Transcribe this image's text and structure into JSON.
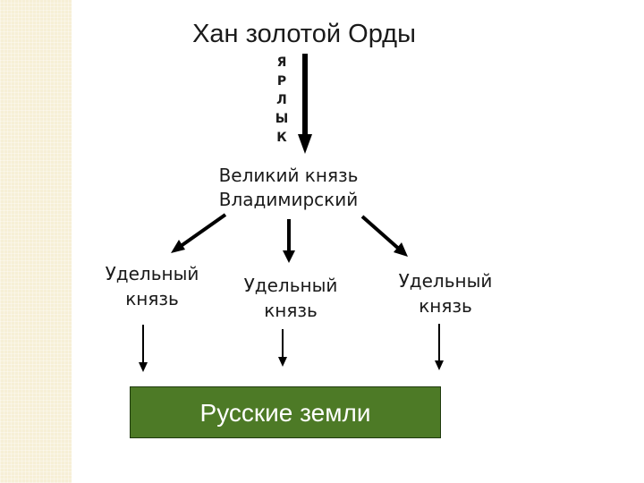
{
  "diagram": {
    "title": "Хан золотой Орды",
    "yarlyk_letters": [
      "Я",
      "Р",
      "Л",
      "Ы",
      "К"
    ],
    "grand_prince": {
      "line1": "Великий князь",
      "line2": "Владимирский"
    },
    "appanage_princes": [
      {
        "line1": "Удельный",
        "line2": "князь"
      },
      {
        "line1": "Удельный",
        "line2": "князь"
      },
      {
        "line1": "Удельный",
        "line2": "князь"
      }
    ],
    "russian_lands": "Русские земли"
  },
  "colors": {
    "side_band": "#f6efd6",
    "lands_box": "#4d7a26",
    "arrow": "#000000"
  }
}
